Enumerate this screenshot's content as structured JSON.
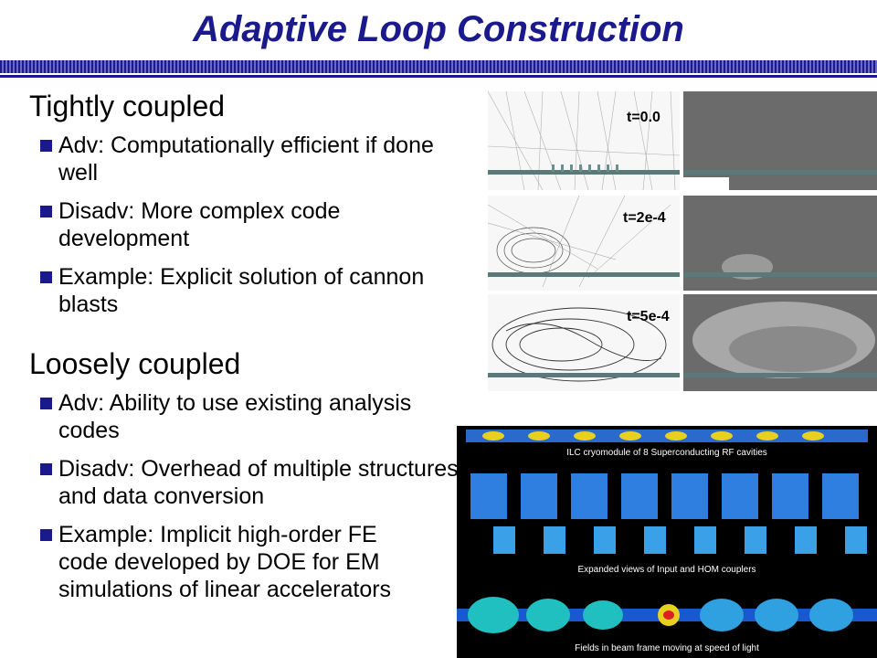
{
  "slide": {
    "title": "Adaptive Loop Construction"
  },
  "sections": [
    {
      "heading": "Tightly coupled",
      "bullets": [
        "Adv: Computationally efficient if done well",
        "Disadv: More complex code development",
        "Example: Explicit solution of cannon blasts"
      ]
    },
    {
      "heading": "Loosely coupled",
      "bullets": [
        "Adv: Ability to use existing analysis codes",
        "Disadv: Overhead of multiple structures and data conversion",
        "Example: Implicit high-order FE code developed by DOE for EM simulations of linear accelerators"
      ]
    }
  ],
  "simulation": {
    "time_labels": [
      "t=0.0",
      "t=2e-4",
      "t=5e-4"
    ]
  },
  "cavity_figure": {
    "captions": [
      "ILC cryomodule of 8 Superconducting RF cavities",
      "Expanded views of Input and HOM couplers",
      "Fields in beam frame moving at speed of light"
    ]
  },
  "colors": {
    "title": "#1a1a8c",
    "bullet_marker": "#1a1a8c"
  }
}
